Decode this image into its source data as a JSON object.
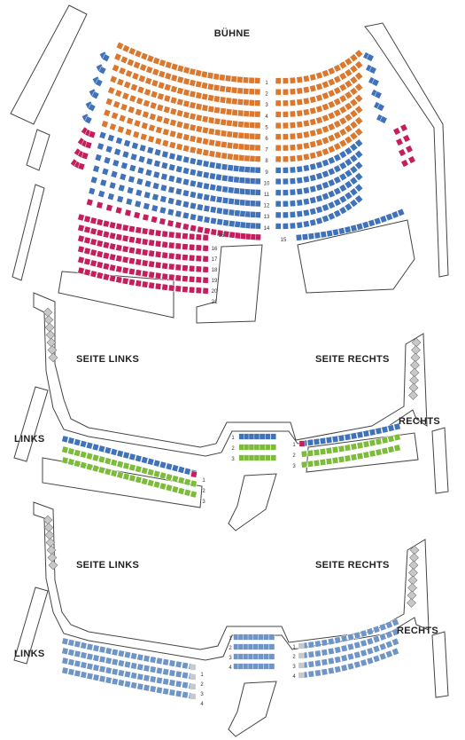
{
  "colors": {
    "orange": "#d9782e",
    "blue": "#3f72b8",
    "crimson": "#c41e5c",
    "green": "#7cbc3a",
    "lightblue": "#6e95c6",
    "grey": "#c8c8c8"
  },
  "labels": {
    "stage": "BÜHNE",
    "seite_links_1": "SEITE LINKS",
    "seite_rechts_1": "SEITE RECHTS",
    "links_1": "LINKS",
    "rechts_1": "RECHTS",
    "seite_links_2": "SEITE LINKS",
    "seite_rechts_2": "SEITE RECHTS",
    "links_2": "LINKS",
    "rechts_2": "RECHTS"
  },
  "parkett_rows": [
    {
      "n": "1",
      "left": "orange",
      "right": "orange"
    },
    {
      "n": "2",
      "left": "orange",
      "right": "orange"
    },
    {
      "n": "3",
      "left": "orange",
      "right": "orange"
    },
    {
      "n": "4",
      "left": "orange",
      "right": "orange"
    },
    {
      "n": "5",
      "left": "orange",
      "right": "orange"
    },
    {
      "n": "6",
      "left": "orange",
      "right": "orange"
    },
    {
      "n": "7",
      "left": "orange",
      "right": "orange"
    },
    {
      "n": "8",
      "left": "orange",
      "right": "orange"
    },
    {
      "n": "9",
      "left": "blue",
      "right": "blue"
    },
    {
      "n": "10",
      "left": "blue",
      "right": "blue"
    },
    {
      "n": "11",
      "left": "blue",
      "right": "blue"
    },
    {
      "n": "12",
      "left": "blue",
      "right": "blue"
    },
    {
      "n": "13",
      "left": "blue",
      "right": "blue"
    },
    {
      "n": "14",
      "left": "blue",
      "right": "blue"
    },
    {
      "n": "15",
      "left": "crimson",
      "right": "blue"
    },
    {
      "n": "16",
      "left": "crimson",
      "right": ""
    },
    {
      "n": "17",
      "left": "crimson",
      "right": ""
    },
    {
      "n": "18",
      "left": "crimson",
      "right": ""
    },
    {
      "n": "19",
      "left": "crimson",
      "right": ""
    },
    {
      "n": "20",
      "left": "crimson",
      "right": ""
    },
    {
      "n": "21",
      "left": "crimson",
      "right": ""
    }
  ],
  "rang1": {
    "links_rows": [
      {
        "n": "1",
        "color": "blue"
      },
      {
        "n": "2",
        "color": "green"
      },
      {
        "n": "3",
        "color": "green"
      }
    ],
    "mitte_rows": [
      {
        "n": "1",
        "color": "blue"
      },
      {
        "n": "2",
        "color": "green"
      },
      {
        "n": "3",
        "color": "green"
      }
    ],
    "rechts_rows": [
      {
        "n": "1",
        "color": "blue"
      },
      {
        "n": "2",
        "color": "green"
      },
      {
        "n": "3",
        "color": "green"
      }
    ]
  },
  "rang2": {
    "links_rows": [
      {
        "n": "1",
        "color": "lightblue"
      },
      {
        "n": "2",
        "color": "lightblue"
      },
      {
        "n": "3",
        "color": "lightblue"
      },
      {
        "n": "4",
        "color": "lightblue"
      }
    ],
    "mitte_rows": [
      {
        "n": "1",
        "color": "lightblue"
      },
      {
        "n": "2",
        "color": "lightblue"
      },
      {
        "n": "3",
        "color": "lightblue"
      },
      {
        "n": "4",
        "color": "lightblue"
      }
    ],
    "rechts_rows": [
      {
        "n": "1",
        "color": "lightblue"
      },
      {
        "n": "2",
        "color": "lightblue"
      },
      {
        "n": "3",
        "color": "lightblue"
      },
      {
        "n": "4",
        "color": "lightblue"
      }
    ]
  }
}
